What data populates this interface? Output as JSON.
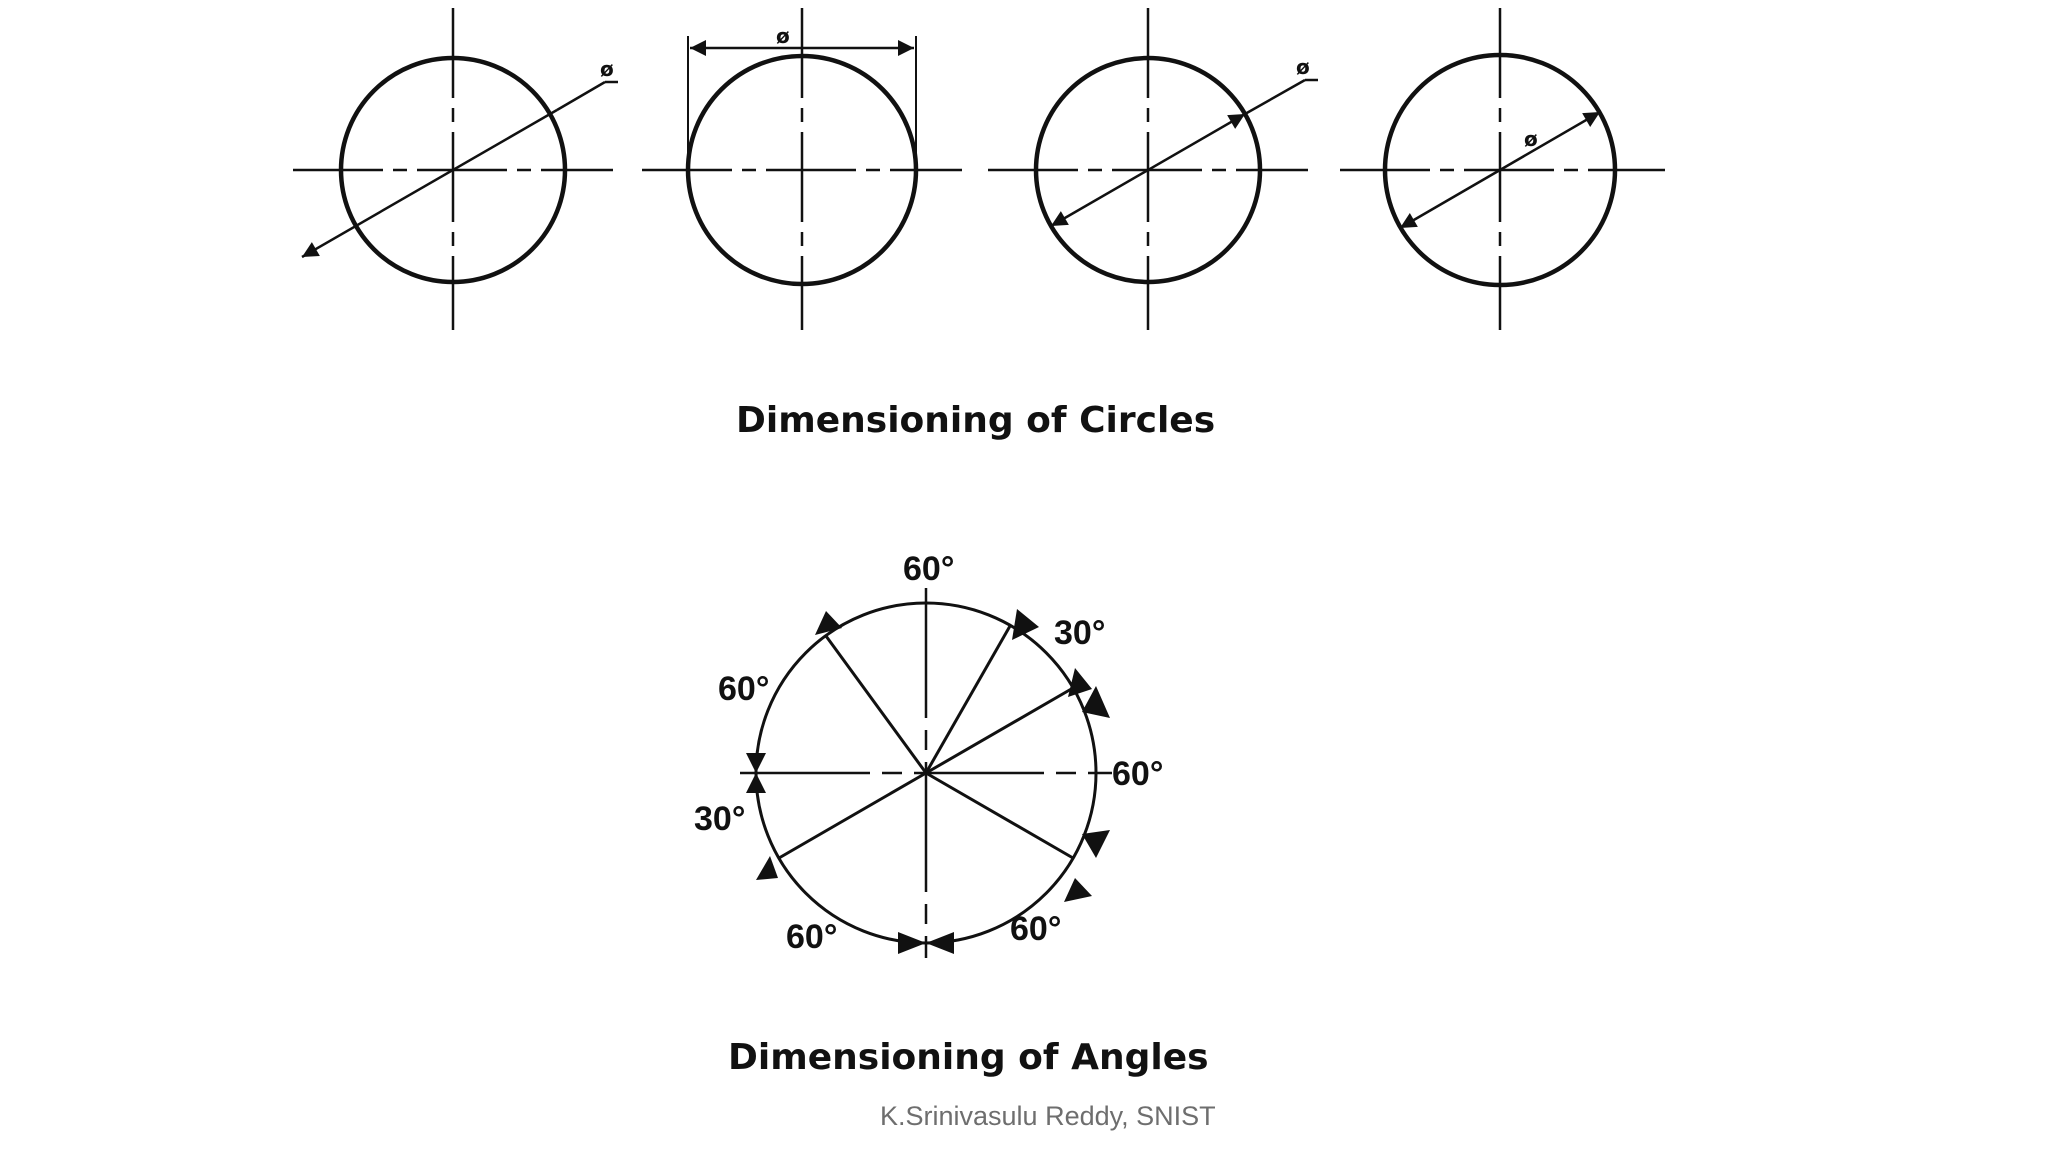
{
  "circles_figure": {
    "caption": "Dimensioning of Circles",
    "diameter_symbols": [
      "ø",
      "ø",
      "ø",
      "ø"
    ]
  },
  "angles_figure": {
    "caption": "Dimensioning of Angles",
    "labels": [
      "60°",
      "30°",
      "60°",
      "60°",
      "60°",
      "30°",
      "60°"
    ]
  },
  "footer": {
    "credit": "K.Srinivasulu Reddy, SNIST"
  }
}
